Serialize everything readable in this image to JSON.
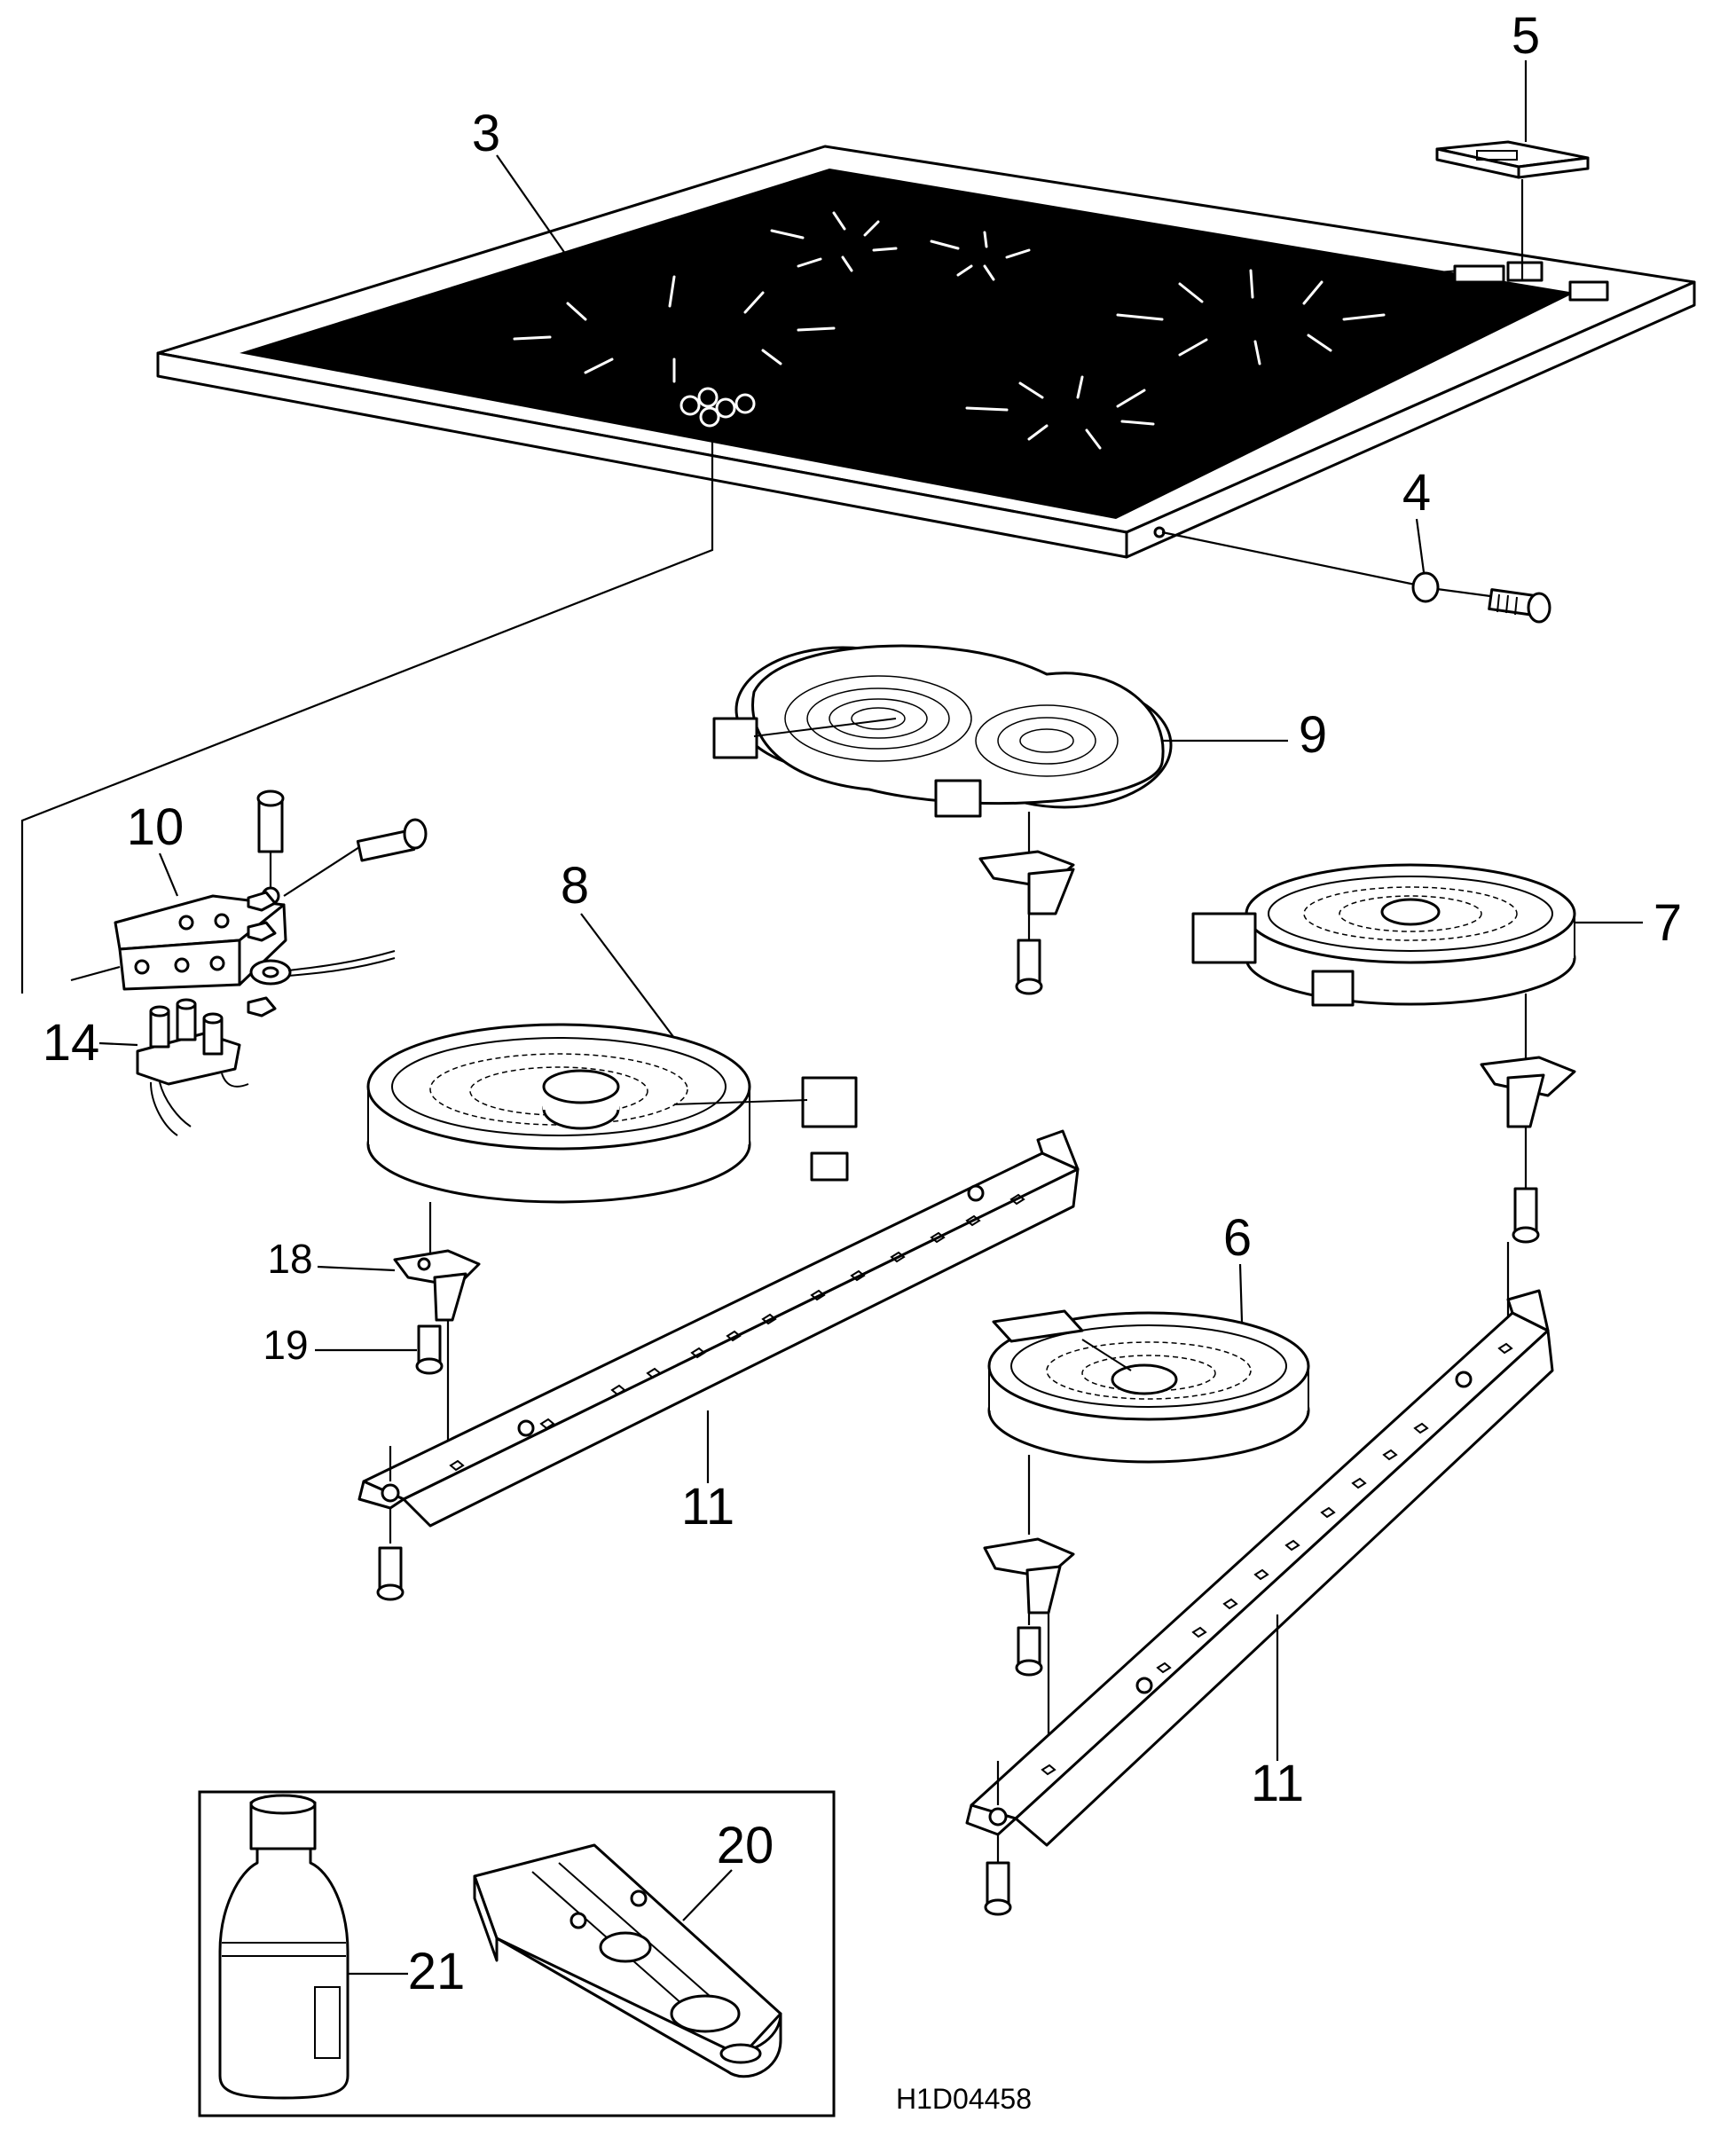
{
  "diagram": {
    "drawing_code": "H1D04458",
    "callouts": {
      "ceramic_hob": "3",
      "screw": "4",
      "control_module": "5",
      "burner_small": "6",
      "burner_medium": "7",
      "burner_large": "8",
      "burner_oval": "9",
      "terminal_bracket": "10",
      "rail_left": "11",
      "rail_right": "11",
      "terminal_block": "14",
      "clip": "18",
      "clip_screw": "19",
      "scraper": "20",
      "cleaner_bottle": "21"
    }
  }
}
